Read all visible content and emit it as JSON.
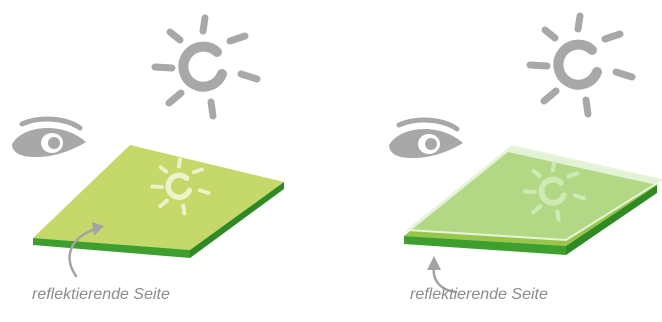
{
  "panels": [
    {
      "caption": "reflektierende Seite",
      "variant": "reflective-coating-on-bottom"
    },
    {
      "caption": "reflektierende Seite",
      "variant": "reflective-coating-on-top"
    }
  ],
  "icons": [
    "sun-icon",
    "eye-icon",
    "sun-reflection-icon",
    "curved-arrow-icon"
  ],
  "colors": {
    "sun": "#a8a8a8",
    "eye": "#a8a8a8",
    "panel_top_left": "#c5d86a",
    "panel_top_right": "#99c64a",
    "panel_edge": "#3e9f2e",
    "panel_glass": "#c9e7b6",
    "arrow": "#a3a3a3",
    "caption": "#8c8c8c"
  }
}
